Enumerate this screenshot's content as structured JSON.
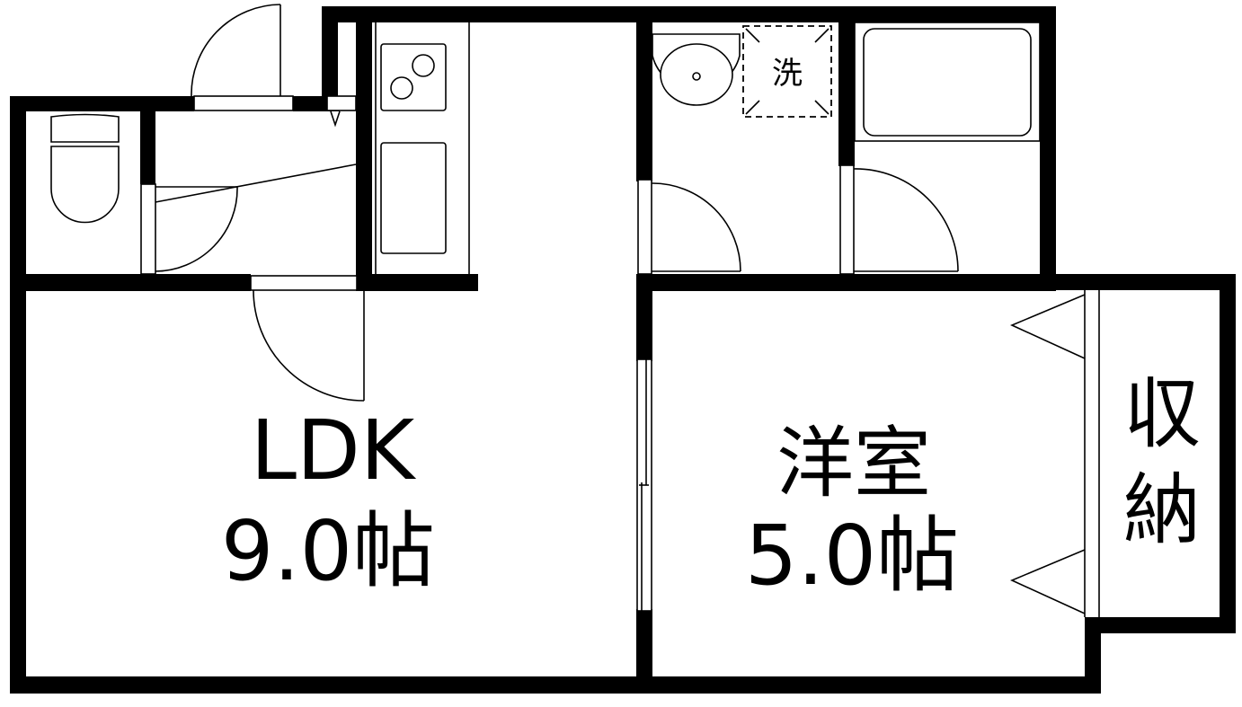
{
  "plan": {
    "type": "apartment floor plan",
    "colors": {
      "wall": "#000000",
      "background": "#ffffff"
    }
  },
  "rooms": {
    "ldk": {
      "name": "LDK",
      "size": "9.0帖"
    },
    "western_room": {
      "name": "洋室",
      "size": "5.0帖"
    },
    "storage": {
      "char1": "収",
      "char2": "納"
    },
    "washer": {
      "label": "洗"
    }
  },
  "fixtures": [
    {
      "name": "toilet",
      "icon": "toilet-icon"
    },
    {
      "name": "kitchen-stove",
      "icon": "stove-icon",
      "burners": 2
    },
    {
      "name": "kitchen-sink",
      "icon": "sink-icon"
    },
    {
      "name": "washbasin",
      "icon": "washbasin-icon"
    },
    {
      "name": "washing-machine-space",
      "icon": "washer-icon"
    },
    {
      "name": "bathtub",
      "icon": "bathtub-icon"
    }
  ]
}
